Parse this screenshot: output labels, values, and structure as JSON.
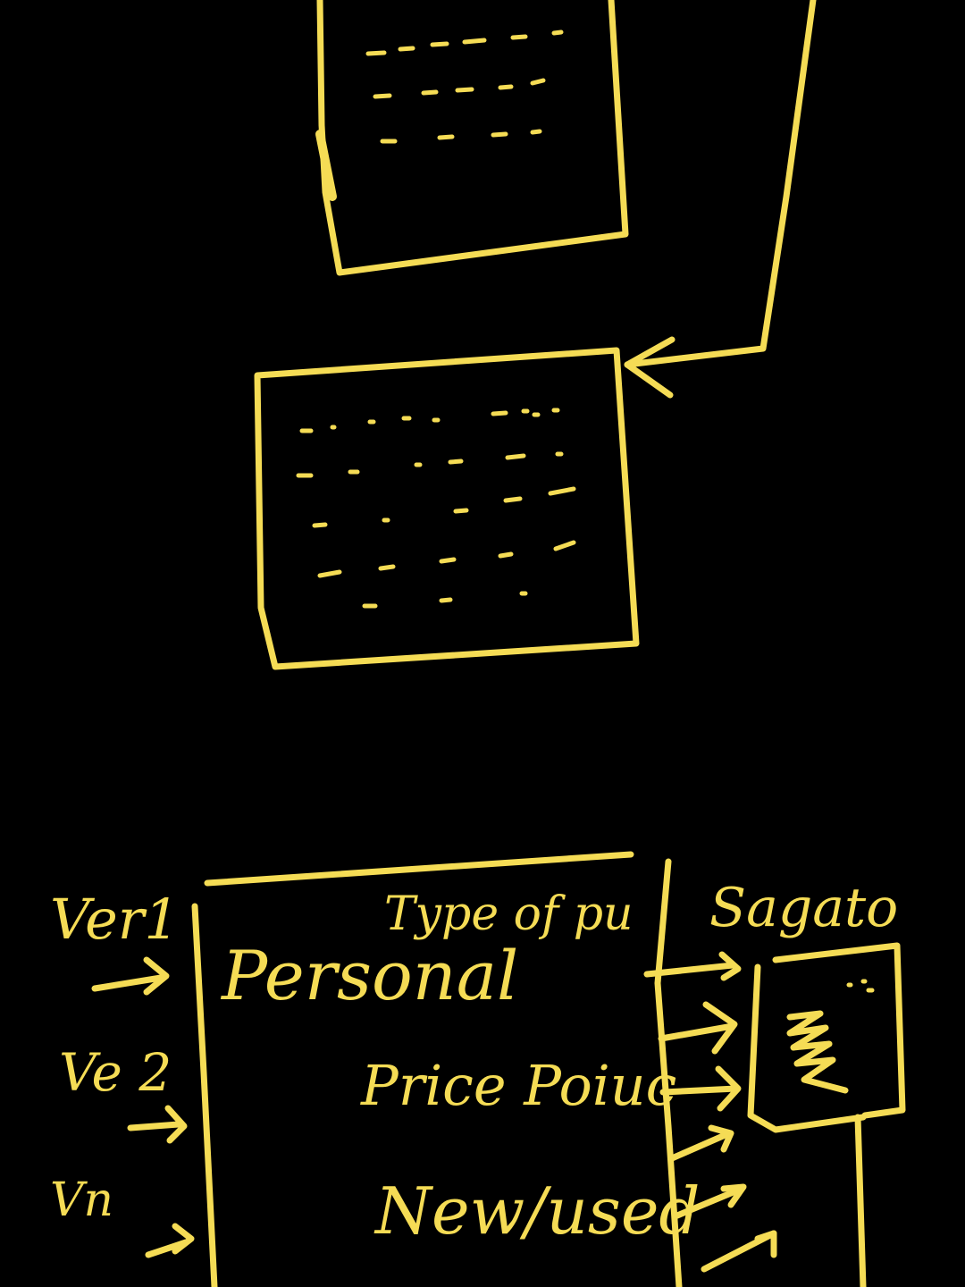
{
  "colors": {
    "background": "#000000",
    "ink": "#f5dc55"
  },
  "labels": {
    "ver1": "Ver1",
    "ver2": "Ve 2",
    "vern": "Vn",
    "type_of": "Type of pu",
    "personal": "Personal",
    "price": "Price Poiuc",
    "new_used": "New/used",
    "aggregator": "Sagato"
  }
}
